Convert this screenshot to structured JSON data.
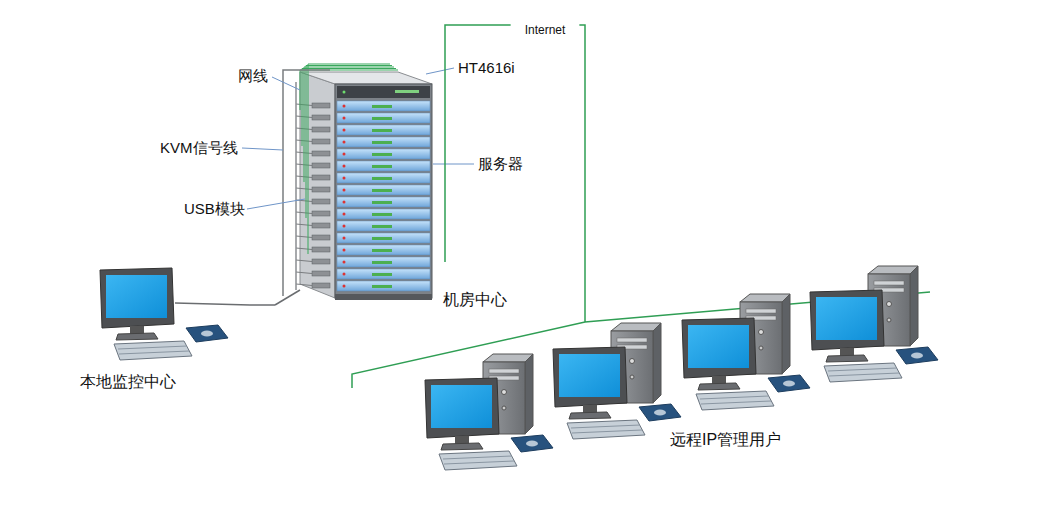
{
  "diagram": {
    "nodes": [
      {
        "text": [
          "Internet"
        ]
      },
      {
        "text": [
          "机房中心"
        ]
      },
      {
        "text": [
          "本地监控中心"
        ]
      },
      {
        "text": [
          "远程IP管理用户"
        ]
      }
    ],
    "edges": [
      {
        "from": 1,
        "to": 0,
        "arrow": "none"
      },
      {
        "from": 2,
        "to": 1,
        "arrow": "none"
      },
      {
        "from": 0,
        "to": 3,
        "arrow": "none"
      }
    ],
    "labels": [
      "网线",
      "HT4616i",
      "KVM信号线",
      "服务器",
      "USB模块"
    ]
  }
}
